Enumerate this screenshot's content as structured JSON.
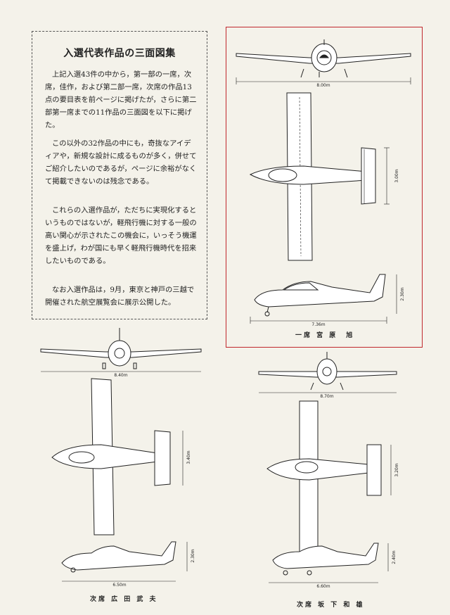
{
  "textbox": {
    "title": "入選代表作品の三面図集",
    "paragraphs": [
      "上記入選43件の中から，第一部の一席，次席，佳作，および第二部一席，次席の作品13点の要目表を前ページに掲げたが，さらに第二部第一席までの11作品の三面図を以下に掲げた。",
      "この以外の32作品の中にも，奇抜なアイディアや，新規な設計に成るものが多く，併せてご紹介したいのであるが，ページに余裕がなくて掲載できないのは残念である。",
      "これらの入選作品が，ただちに実現化するというものではないが，軽飛行機に対する一般の高い関心が示されたこの機会に，いっそう機運を盛上げ，わが国にも早く軽飛行機時代を招来したいものである。",
      "なお入選作品は，9月，東京と神戸の三越で開催された航空展覧会に展示公開した。"
    ]
  },
  "drawings": [
    {
      "caption": "一席 宮 原　旭",
      "span": "8.00m",
      "length": "7.36m",
      "tail_span": "3.00m",
      "height": "2.30m"
    },
    {
      "caption": "次席 広 田 武 夫",
      "span": "8.40m",
      "length": "6.50m",
      "tail_span": "3.40m",
      "height": "2.30m"
    },
    {
      "caption": "次席 坂 下 和 雄",
      "span": "8.70m",
      "length": "6.60m",
      "tail_span": "3.20m",
      "height": "2.40m"
    }
  ]
}
